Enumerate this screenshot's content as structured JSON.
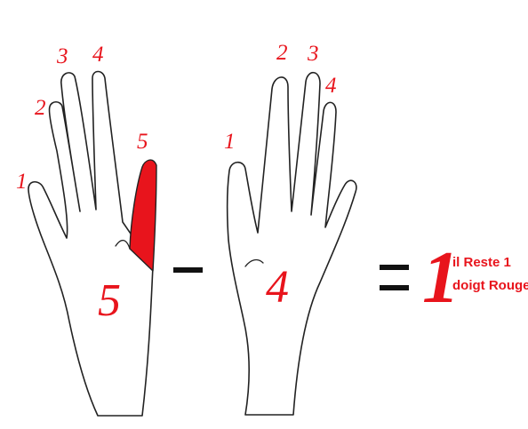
{
  "colors": {
    "accent": "#e8141c",
    "ink": "#111111",
    "outline": "#222222"
  },
  "left_hand": {
    "finger_labels": [
      "1",
      "2",
      "3",
      "4",
      "5"
    ],
    "total_label": "5"
  },
  "minus_sign": "–",
  "right_hand": {
    "finger_labels": [
      "1",
      "2",
      "3",
      "4"
    ],
    "total_label": "4"
  },
  "equals_sign": "=",
  "result": {
    "value": "1",
    "line1": "il Reste 1",
    "line2": "doigt Rouge"
  }
}
